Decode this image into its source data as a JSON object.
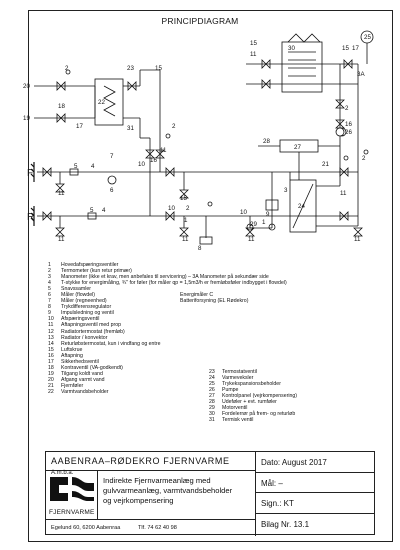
{
  "title": "PRINCIPDIAGRAM",
  "diagram_labels": {
    "n20": "20",
    "n19": "19",
    "n2a": "2",
    "n22": "22",
    "n23": "23",
    "n15a": "15",
    "n18": "18",
    "n17": "17",
    "n31": "31",
    "n2b": "2",
    "n11a": "11",
    "n16a": "16",
    "n10a": "10",
    "F": "F",
    "R": "R",
    "n11b": "11",
    "n5a": "5",
    "n4a": "4",
    "n7": "7",
    "n6": "6",
    "n11c": "11",
    "n11d": "11",
    "n5b": "5",
    "n4b": "4",
    "n10b": "10",
    "n2c": "2",
    "n1a": "1",
    "n8": "8",
    "n15b": "15",
    "n11e": "11",
    "n15c": "15",
    "n11f": "11",
    "n30": "30",
    "n15d": "15",
    "n17b": "17",
    "n25": "25",
    "n3A": "3A",
    "n2d": "2",
    "n16b": "16",
    "n26": "26",
    "n28": "28",
    "n27": "27",
    "n2e": "2",
    "n21": "21",
    "n3": "3",
    "n24": "24",
    "n29": "29",
    "n9": "9",
    "n1b": "1",
    "n10c": "10",
    "n11g": "11",
    "n11h": "11",
    "n11i": "11"
  },
  "legend": [
    {
      "num": "1",
      "text": "Hovedafspæringsventiler"
    },
    {
      "num": "2",
      "text": "Termometer (kun retur primær)"
    },
    {
      "num": "3",
      "text": "Manometer (ikke et krav, men anbefales til servicering) – 3A  Manometer på sekundær side"
    },
    {
      "num": "4",
      "text": "T-stykke for energimåling, ¾\" for føler (for måler qp = 1,5m3/h er fremløbsføler indbygget i flowdel)"
    },
    {
      "num": "5",
      "text": "Snavssamler"
    },
    {
      "num": "6",
      "text": "Måler (flowdel)",
      "extra": "Energimåler C"
    },
    {
      "num": "7",
      "text": "Måler (regneenhed)",
      "extra": "Batteriforsyning (EL Rødekro)"
    },
    {
      "num": "8",
      "text": "Trykdifferensregulator"
    },
    {
      "num": "9",
      "text": "Impulsledning og ventil"
    },
    {
      "num": "10",
      "text": "Afspæringsventil"
    },
    {
      "num": "11",
      "text": "Aftapningsventil med prop"
    },
    {
      "num": "12",
      "text": "Radiatortermostat (fremløb)"
    },
    {
      "num": "13",
      "text": "Radiator / konvektor"
    },
    {
      "num": "14",
      "text": "Returløbstermostat, kun i vindfang og entre"
    },
    {
      "num": "15",
      "text": "Luftskrue"
    },
    {
      "num": "16",
      "text": "Aftapning"
    },
    {
      "num": "17",
      "text": "Sikkerhedsventil"
    },
    {
      "num": "18",
      "text": "Kontraventil (VA-godkendt)"
    },
    {
      "num": "19",
      "text": "Tilgang koldt vand"
    },
    {
      "num": "20",
      "text": "Afgang varmt vand"
    },
    {
      "num": "21",
      "text": "Fjernføler"
    },
    {
      "num": "22",
      "text": "Varmtvandsbeholder"
    }
  ],
  "legend2": [
    {
      "num": "23",
      "text": "Termostatventil"
    },
    {
      "num": "24",
      "text": "Varmeveksler"
    },
    {
      "num": "25",
      "text": "Trykekspansionsbeholder"
    },
    {
      "num": "26",
      "text": "Pumpe"
    },
    {
      "num": "27",
      "text": "Kontrolpanel (vejrkompensering)"
    },
    {
      "num": "28",
      "text": "Udeføler + evt. rumføler"
    },
    {
      "num": "29",
      "text": "Motorventil"
    },
    {
      "num": "30",
      "text": "Fordelerrør på frem- og returløb"
    },
    {
      "num": "31",
      "text": "Termisk ventil"
    }
  ],
  "titleblock": {
    "company": "AABENRAA–RØDEKRO FJERNVARME",
    "company_suffix": "A.m.b.a.",
    "logo_label": "FJERNVARME",
    "desc_line1": "Indirekte Fjernvarmeanlæg med",
    "desc_line2": "gulvvarmeanlæg, varmtvandsbeholder",
    "desc_line3": "og vejrkompensering",
    "address": "Egelund 60, 6200 Aabenraa",
    "tel": "Tlf. 74 62 40 98",
    "date": "Dato: August 2017",
    "scale": "Mål:  –",
    "sign": "Sign.: KT",
    "sheet": "Bilag Nr. 13.1"
  }
}
